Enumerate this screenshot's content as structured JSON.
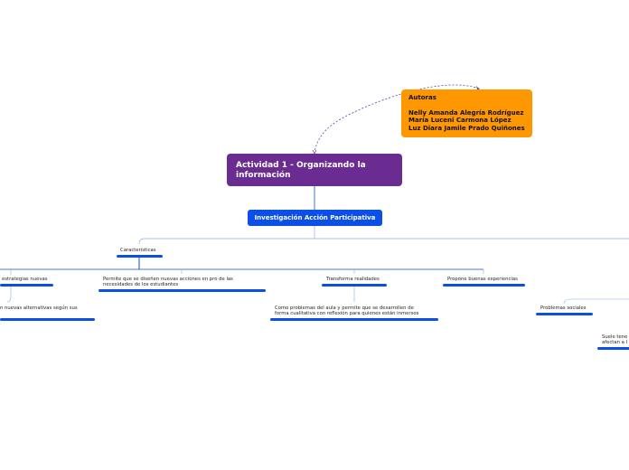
{
  "main_topic": {
    "title": "Actividad 1 - Organizando la información"
  },
  "authors": {
    "heading": "Autoras",
    "names": [
      "Nelly Amanda Alegría Rodríguez",
      "María Luceni Carmona López",
      "Luz Diara Jamile Prado Quiñones"
    ]
  },
  "central": {
    "label": "Investigación Acción Participativa"
  },
  "nodes": {
    "caracteristicas": "Características",
    "estrategias": "estrategias nuevas",
    "alternativas": "n nuevas alternativas según sus",
    "permite_line1": "Permite que se diseñen nuevas acciones en pro de las",
    "permite_line2": "necesidades de los estudiantes",
    "transforma": "Transforma realidades",
    "problemas_aula_line1": "Como problemas del aula y permite que se desarrollen de",
    "problemas_aula_line2": "forma cualitativa con reflexión para quienes están inmersos",
    "propone": "Propone buenas experiencias",
    "problemas_sociales": "Problemas sociales",
    "suele_line1": "Suele tene",
    "suele_line2": "afectan a l"
  },
  "colors": {
    "main_fill": "#6a2c91",
    "authors_fill": "#ff9800",
    "central_fill": "#0b4ee8",
    "branch_line": "#0b4ee8",
    "soft_line": "#8aaee8",
    "dashed_link": "#5a4aa8"
  }
}
